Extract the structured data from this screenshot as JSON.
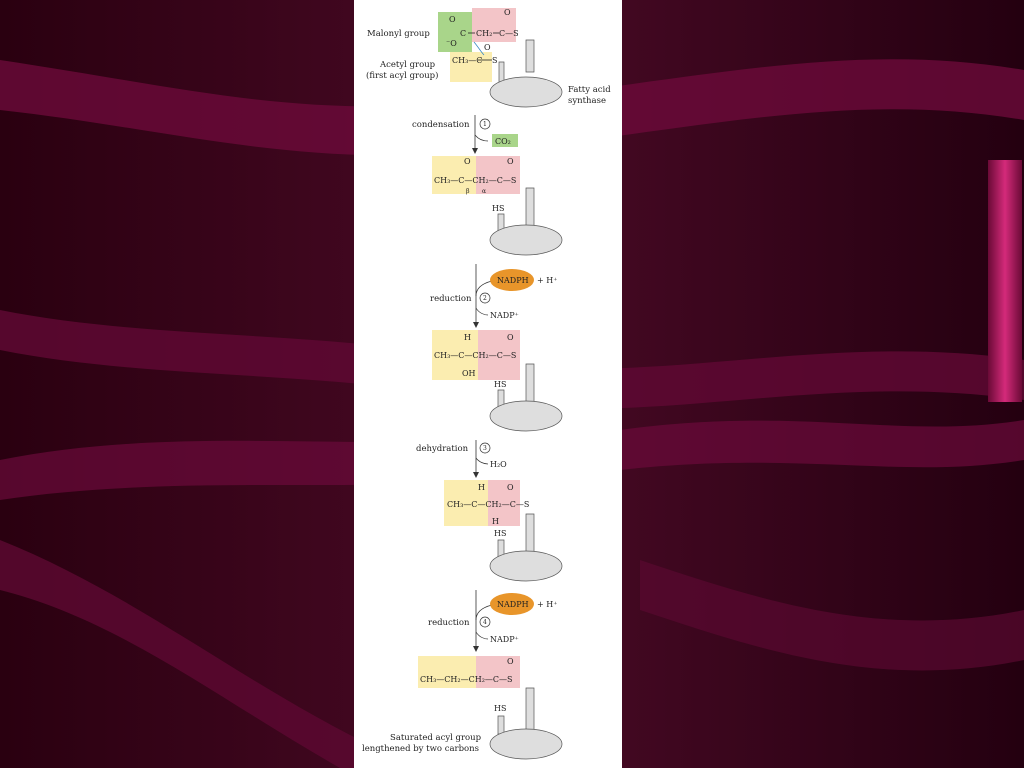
{
  "labels": {
    "malonyl_group": "Malonyl group",
    "acetyl_group_line1": "Acetyl group",
    "acetyl_group_line2": "(first acyl group)",
    "fatty_acid_line1": "Fatty acid",
    "fatty_acid_line2": "synthase",
    "final_line1": "Saturated acyl group",
    "final_line2": "lengthened by two carbons"
  },
  "steps": [
    {
      "number": "1",
      "name": "condensation",
      "byproduct": "CO₂"
    },
    {
      "number": "2",
      "name": "reduction",
      "cofactor": "NADPH",
      "cofactor_extra": "+ H⁺",
      "product": "NADP⁺"
    },
    {
      "number": "3",
      "name": "dehydration",
      "byproduct": "H₂O"
    },
    {
      "number": "4",
      "name": "reduction",
      "cofactor": "NADPH",
      "cofactor_extra": "+ H⁺",
      "product": "NADP⁺"
    }
  ],
  "chem": {
    "O": "O",
    "S": "S",
    "C": "C",
    "H": "H",
    "OH": "OH",
    "HS": "HS",
    "neg_O": "⁻O",
    "CH2": "CH₂",
    "CH3": "CH₃",
    "bond": "—",
    "CH3_C": "CH₃—C",
    "C_S": "C—S",
    "CH2_C_S": "CH₂—C—S",
    "CH3_C_CH2_C_S": "CH₃—C—CH₂—C—S",
    "CH3_CH2_CH2_C_S": "CH₃—CH₂—CH₂—C—S",
    "CH3_CH_CH2_C_S": "CH₃—C—CH₂—C—S",
    "beta": "β",
    "alpha": "α"
  },
  "colors": {
    "background": "#3a0018",
    "panel": "#ffffff",
    "acetyl": "#fbedb0",
    "malonyl": "#f3c5c8",
    "carboxyl": "#a9d58a",
    "nadph": "#e8952a",
    "enzyme": "#dedede"
  }
}
